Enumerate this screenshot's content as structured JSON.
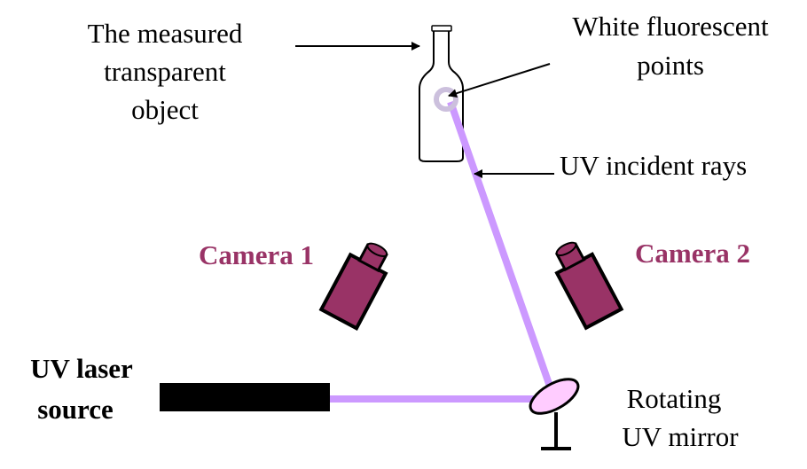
{
  "labels": {
    "object_line1": "The measured",
    "object_line2": "transparent",
    "object_line3": "object",
    "points_line1": "White fluorescent",
    "points_line2": "points",
    "rays": "UV incident rays",
    "camera1": "Camera 1",
    "camera2": "Camera 2",
    "laser_line1": "UV laser",
    "laser_line2": "source",
    "mirror_line1": "Rotating",
    "mirror_line2": "UV mirror"
  },
  "colors": {
    "camera": "#993366",
    "ray": "#CC99FF",
    "point_ring": "#CCC0DD",
    "mirror_fill": "#FFCCFF"
  }
}
